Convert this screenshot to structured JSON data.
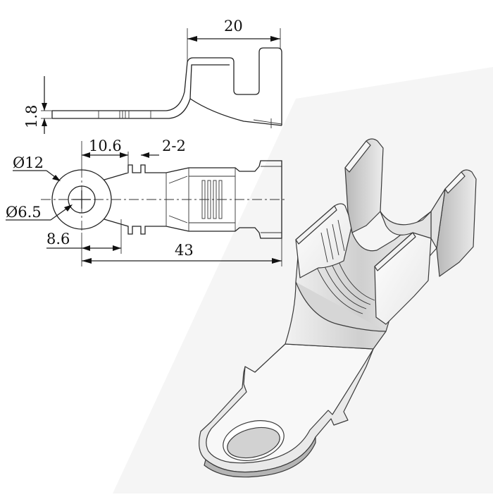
{
  "dimensions": {
    "overall_height": "20",
    "thickness": "1.8",
    "ring_outer_diameter": "Ø12",
    "hole_diameter": "Ø6.5",
    "ring_to_notch": "10.6",
    "notch_label": "2-2",
    "ring_center_offset": "8.6",
    "overall_length": "43"
  },
  "colors": {
    "line": "#222222",
    "part_light": "#f4f4f4",
    "part_mid": "#d8d8d8",
    "part_dark": "#9c9c9c",
    "background_shade": "#f5f5f5"
  }
}
